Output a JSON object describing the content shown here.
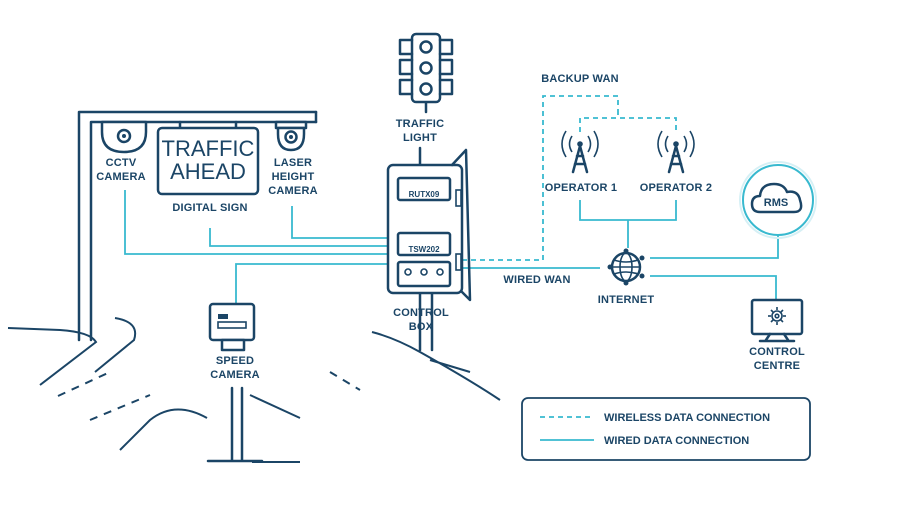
{
  "labels": {
    "backup_wan": "BACKUP WAN",
    "traffic_light_line1": "TRAFFIC",
    "traffic_light_line2": "LIGHT",
    "cctv_line1": "CCTV",
    "cctv_line2": "CAMERA",
    "sign_line1": "TRAFFIC",
    "sign_line2": "AHEAD",
    "digital_sign": "DIGITAL SIGN",
    "laser_line1": "LASER",
    "laser_line2": "HEIGHT",
    "laser_line3": "CAMERA",
    "rutx09": "RUTX09",
    "tsw202": "TSW202",
    "control_box_line1": "CONTROL",
    "control_box_line2": "BOX",
    "operator1": "OPERATOR 1",
    "operator2": "OPERATOR 2",
    "rms": "RMS",
    "wired_wan": "WIRED WAN",
    "internet": "INTERNET",
    "speed_camera_line1": "SPEED",
    "speed_camera_line2": "CAMERA",
    "control_centre_line1": "CONTROL",
    "control_centre_line2": "CENTRE"
  },
  "legend": {
    "wireless": "WIRELESS DATA CONNECTION",
    "wired": "WIRED DATA CONNECTION"
  },
  "colors": {
    "outline": "#1b4566",
    "connection": "#38b9cf",
    "background": "#ffffff"
  },
  "icons": [
    "traffic-light-icon",
    "cctv-camera-icon",
    "laser-camera-icon",
    "digital-sign-icon",
    "control-box-icon",
    "antenna-icon",
    "cloud-icon",
    "globe-icon",
    "monitor-gear-icon",
    "speed-camera-icon"
  ]
}
